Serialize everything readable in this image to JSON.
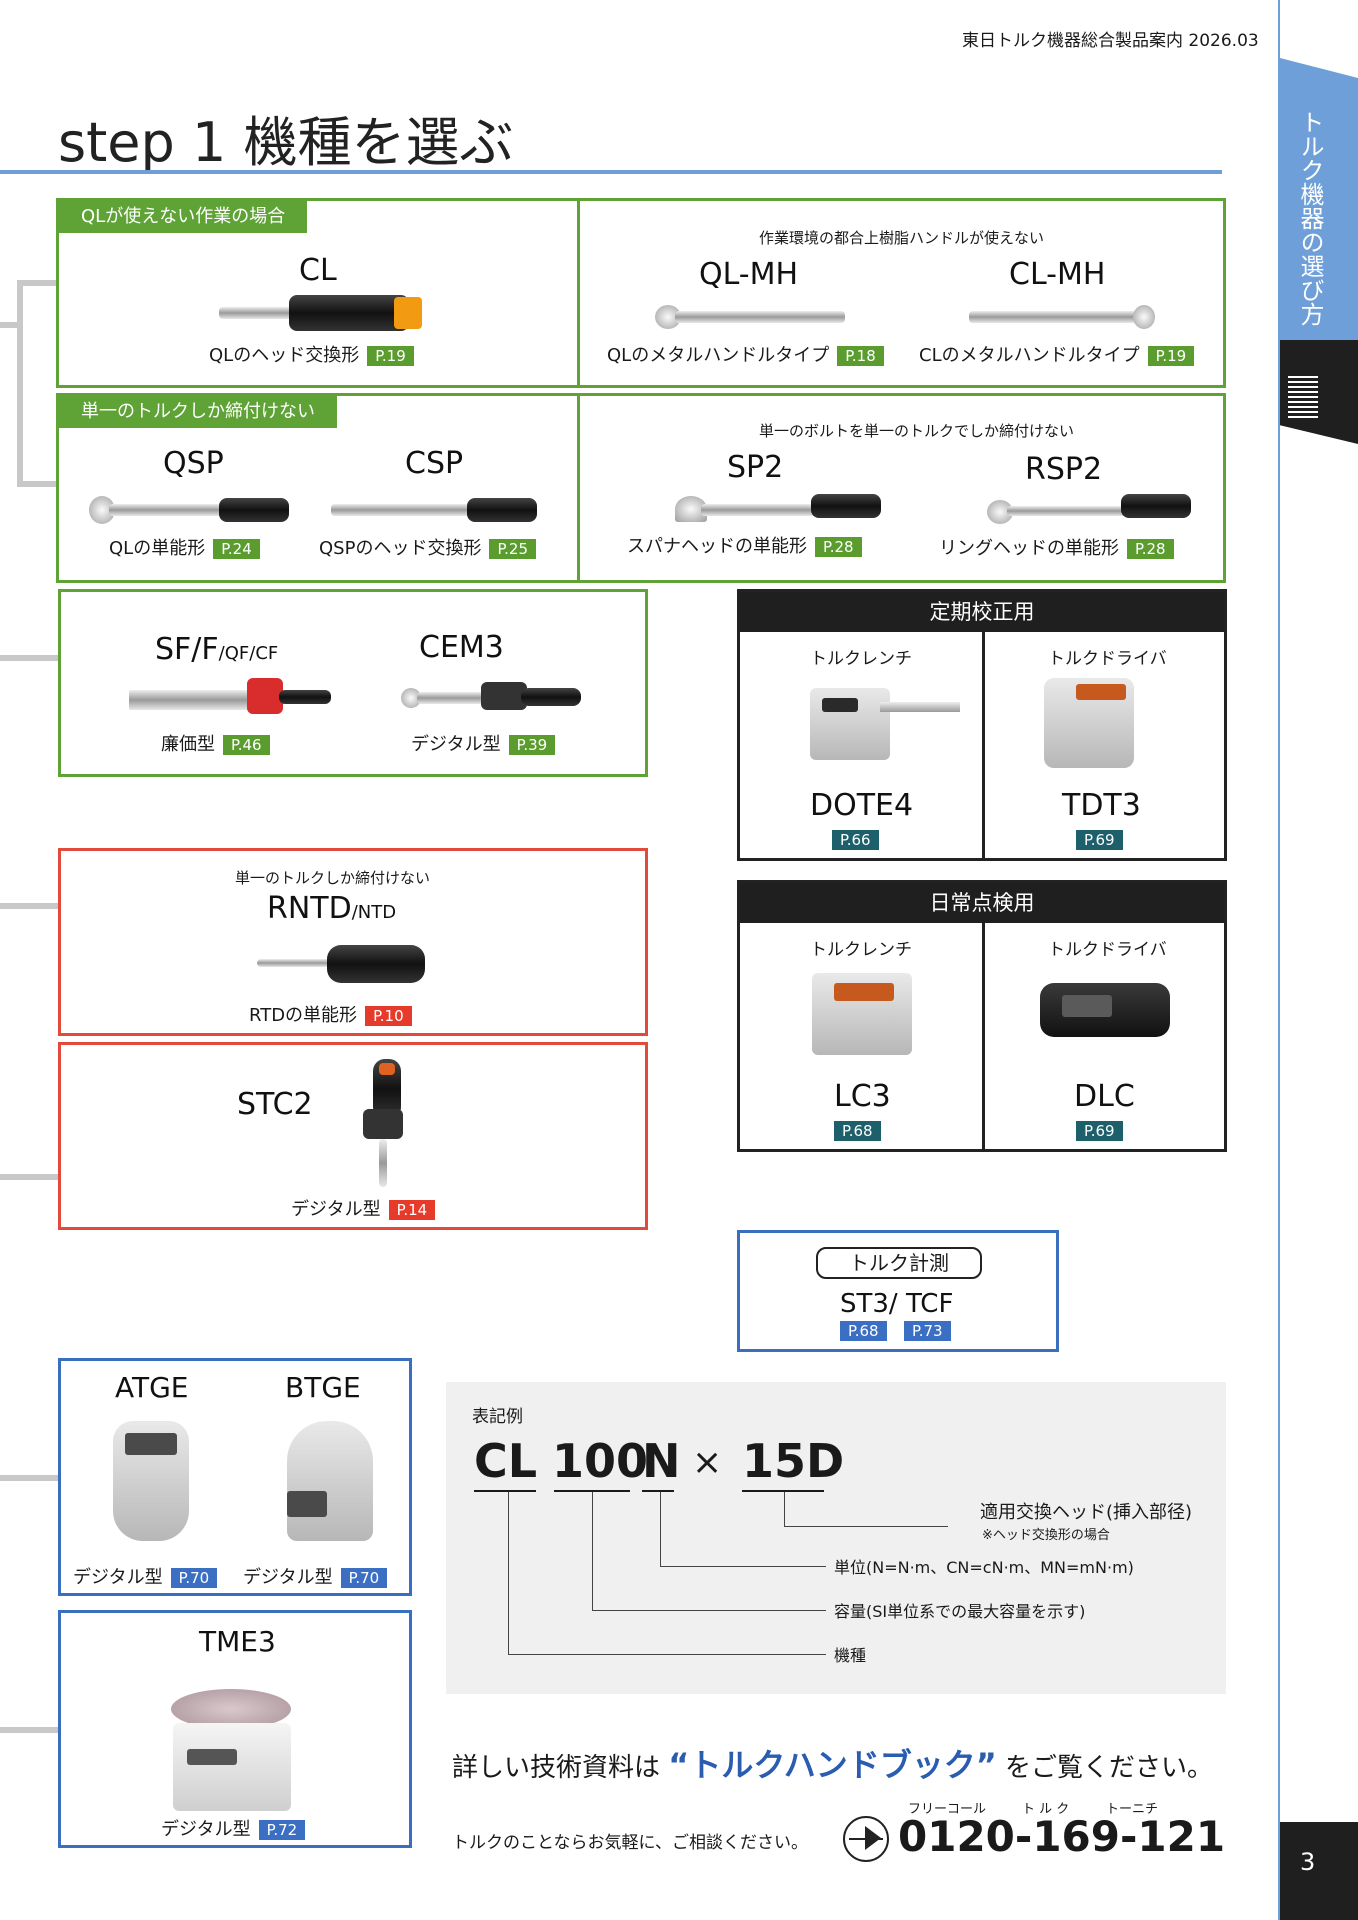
{
  "header": {
    "catalog": "東日トルク機器総合製品案内 2026.03",
    "title": "step 1 機種を選ぶ",
    "side_tab": "トルク機器の選び方",
    "page_number": "3"
  },
  "colors": {
    "green": "#5fa236",
    "red": "#e24a3c",
    "blue": "#3a6ebf",
    "sidebar": "#6e9fd8"
  },
  "ql_unusable": {
    "label": "QLが使えない作業の場合",
    "cl": {
      "model": "CL",
      "caption": "QLのヘッド交換形",
      "page": "P.19"
    },
    "note": "作業環境の都合上樹脂ハンドルが使えない",
    "qlmh": {
      "model": "QL-MH",
      "caption": "QLのメタルハンドルタイプ",
      "page": "P.18"
    },
    "clmh": {
      "model": "CL-MH",
      "caption": "CLのメタルハンドルタイプ",
      "page": "P.19"
    }
  },
  "single_torque": {
    "label": "単一のトルクしか締付けない",
    "qsp": {
      "model": "QSP",
      "caption": "QLの単能形",
      "page": "P.24"
    },
    "csp": {
      "model": "CSP",
      "caption": "QSPのヘッド交換形",
      "page": "P.25"
    },
    "note": "単一のボルトを単一のトルクでしか締付けない",
    "sp2": {
      "model": "SP2",
      "caption": "スパナヘッドの単能形",
      "page": "P.28"
    },
    "rsp2": {
      "model": "RSP2",
      "caption": "リングヘッドの単能形",
      "page": "P.28"
    }
  },
  "misc": {
    "sff": {
      "model": "SF/F",
      "model_sub": "/QF/CF",
      "caption": "廉価型",
      "page": "P.46"
    },
    "cem3": {
      "model": "CEM3",
      "caption": "デジタル型",
      "page": "P.39"
    }
  },
  "calibration": {
    "title": "定期校正用",
    "wrench_label": "トルクレンチ",
    "driver_label": "トルクドライバ",
    "dote4": {
      "model": "DOTE4",
      "page": "P.66"
    },
    "tdt3": {
      "model": "TDT3",
      "page": "P.69"
    }
  },
  "daily_check": {
    "title": "日常点検用",
    "wrench_label": "トルクレンチ",
    "driver_label": "トルクドライバ",
    "lc3": {
      "model": "LC3",
      "page": "P.68"
    },
    "dlc": {
      "model": "DLC",
      "page": "P.69"
    }
  },
  "driver": {
    "note": "単一のトルクしか締付けない",
    "rntd": {
      "model": "RNTD",
      "model_sub": "/NTD",
      "caption": "RTDの単能形",
      "page": "P.10"
    },
    "stc2": {
      "model": "STC2",
      "caption": "デジタル型",
      "page": "P.14"
    }
  },
  "measure": {
    "title": "トルク計測",
    "model": "ST3/ TCF",
    "page1": "P.68",
    "page2": "P.73"
  },
  "gauges": {
    "atge": {
      "model": "ATGE",
      "caption": "デジタル型",
      "page": "P.70"
    },
    "btge": {
      "model": "BTGE",
      "caption": "デジタル型",
      "page": "P.70"
    },
    "tme3": {
      "model": "TME3",
      "caption": "デジタル型",
      "page": "P.72"
    }
  },
  "notation": {
    "label": "表記例",
    "p1": "CL",
    "p2": "100",
    "p3": "N",
    "times": "×",
    "p4": "15D",
    "d4": "適用交換ヘッド(挿入部径)",
    "d4_note": "※ヘッド交換形の場合",
    "d3": "単位(N=N·m、CN=cN·m、MN=mN·m)",
    "d2": "容量(SI単位系での最大容量を示す)",
    "d1": "機種"
  },
  "footer": {
    "handbook_pre": "詳しい技術資料は",
    "handbook_title": "“トルクハンドブック”",
    "handbook_post": "をご覧ください。",
    "contact": "トルクのことならお気軽に、ご相談ください。",
    "freecall": "フリーコール",
    "ruby1": "ト ル ク",
    "ruby2": "トーニチ",
    "phone": "0120-169-121"
  }
}
